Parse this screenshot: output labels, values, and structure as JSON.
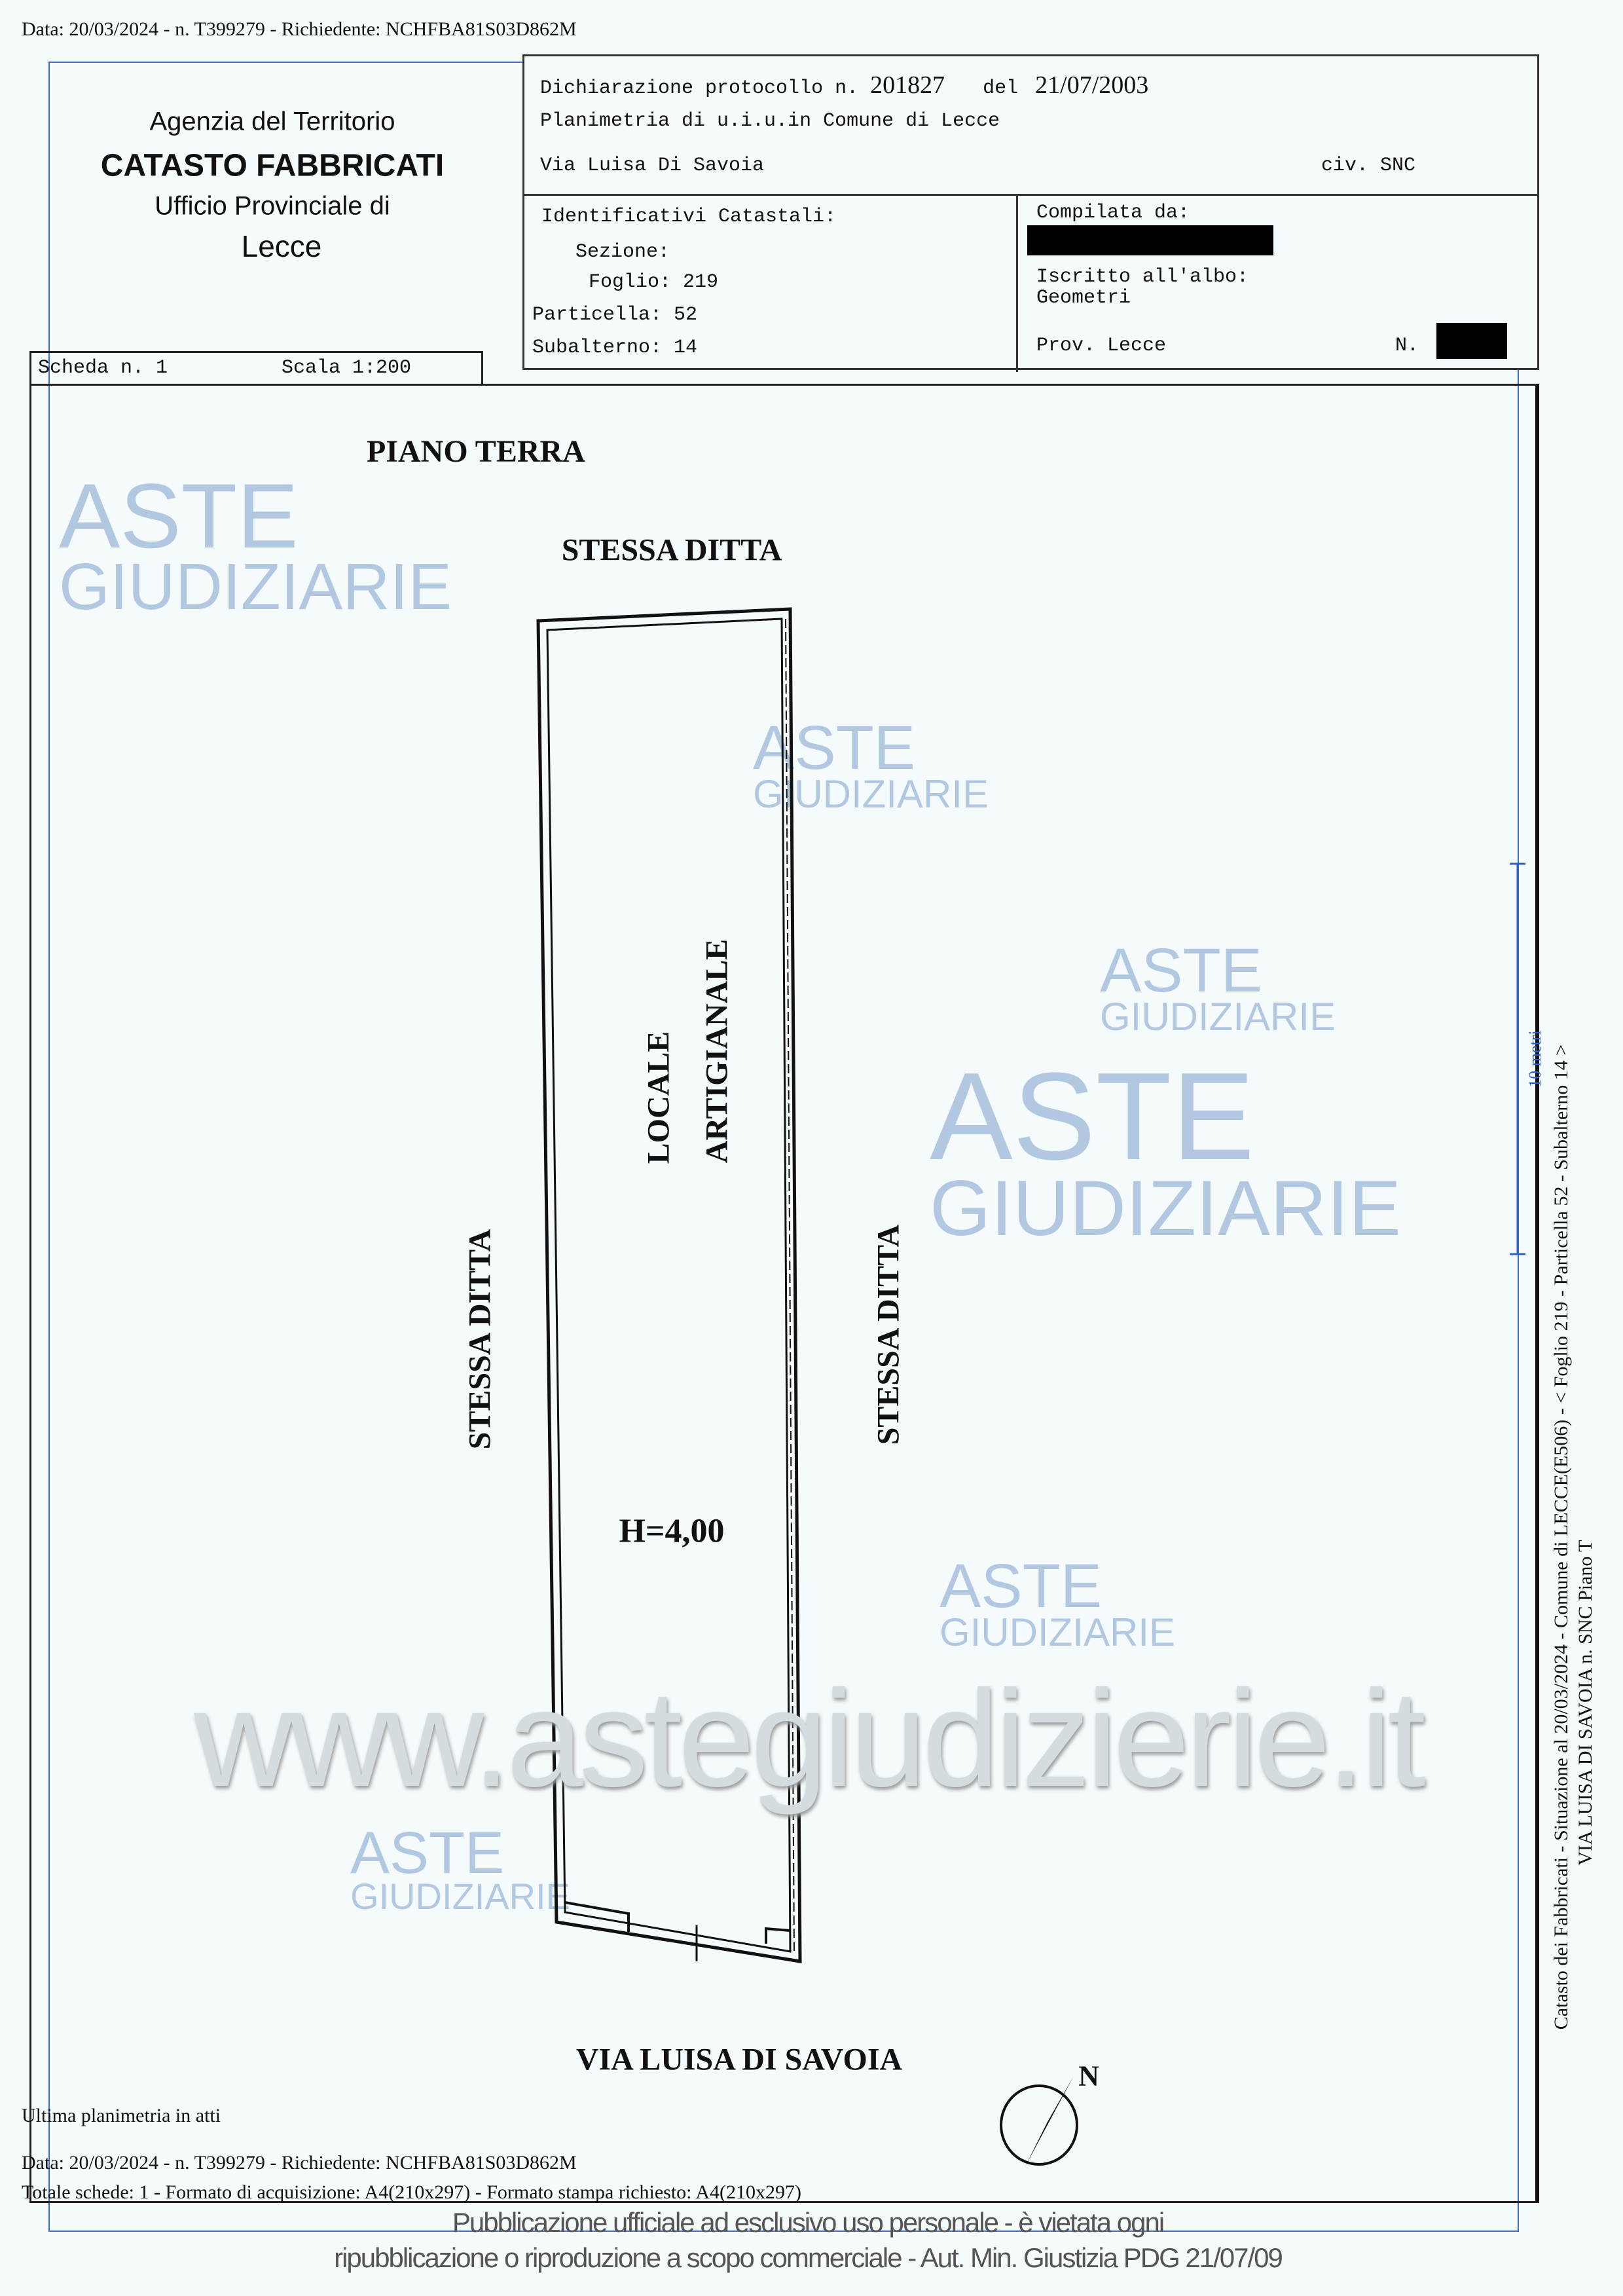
{
  "top_line": "Data: 20/03/2024 - n. T399279 - Richiedente: NCHFBA81S03D862M",
  "agency": {
    "line1": "Agenzia del Territorio",
    "line2": "CATASTO FABBRICATI",
    "line3": "Ufficio Provinciale di",
    "line4": "Lecce"
  },
  "header": {
    "dichiarazione_label": "Dichiarazione protocollo n.",
    "protocollo": "201827",
    "del_label": "del",
    "date": "21/07/2003",
    "planimetria": "Planimetria di u.i.u.in Comune di Lecce",
    "address": "Via Luisa Di Savoia",
    "civico": "civ. SNC",
    "identificativi_label": "Identificativi Catastali:",
    "sezione": "Sezione:",
    "foglio": "Foglio: 219",
    "particella": "Particella: 52",
    "subalterno": "Subalterno: 14",
    "compilata": "Compilata da:",
    "iscritto": "Iscritto all'albo:",
    "albo": "Geometri",
    "prov": "Prov. Lecce",
    "n_label": "N."
  },
  "scheda": {
    "label": "Scheda n. 1",
    "scala": "Scala 1:200"
  },
  "plan": {
    "floor": "PIANO TERRA",
    "north_label": "STESSA DITTA",
    "west_label": "STESSA DITTA",
    "east_label": "STESSA DITTA",
    "room_line1": "LOCALE",
    "room_line2": "ARTIGIANALE",
    "height": "H=4,00",
    "street": "VIA LUISA DI SAVOIA",
    "compass": "N",
    "scale_bar": "10 metri"
  },
  "side_text": {
    "line1": "Catasto dei Fabbricati - Situazione al 20/03/2024 - Comune di LECCE(E506) - < Foglio 219 - Particella 52 - Subalterno 14 >",
    "line2": "VIA LUISA DI SAVOIA n. SNC Piano T"
  },
  "footer": {
    "ultima": "Ultima planimetria in atti",
    "data": "Data: 20/03/2024 - n. T399279 - Richiedente: NCHFBA81S03D862M",
    "totale": "Totale schede: 1 - Formato di acquisizione: A4(210x297) - Formato stampa richiesto: A4(210x297)"
  },
  "watermarks": {
    "aste": "ASTE",
    "giudiziarie": "GIUDIZIARIE",
    "site": "www.astegiudizierie.it",
    "notice1": "Pubblicazione ufficiale ad esclusivo uso personale - è vietata ogni",
    "notice2": "ripubblicazione o riproduzione a scopo commerciale - Aut. Min. Giustizia PDG 21/07/09"
  }
}
